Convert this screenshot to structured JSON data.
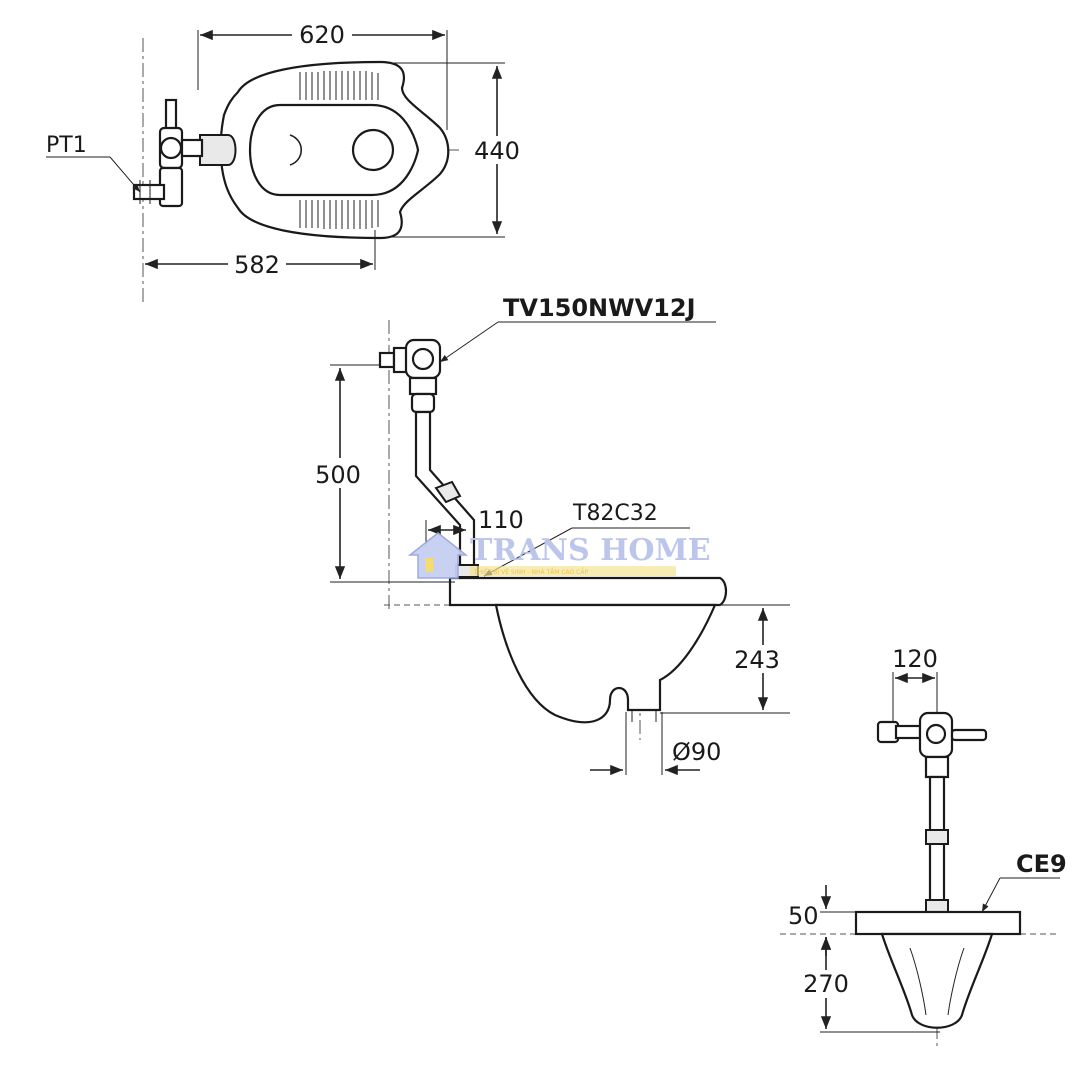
{
  "top_view": {
    "width_label": "620",
    "depth_label": "440",
    "offset_label": "582",
    "part_label": "PT1"
  },
  "side_view": {
    "valve_model": "TV150NWV12J",
    "height_label": "500",
    "offset_label": "110",
    "bowl_model": "T82C32",
    "depth_label": "243",
    "outlet_label": "Ø90"
  },
  "front_view": {
    "width_label": "120",
    "model_label": "CE9",
    "rim_label": "50",
    "depth_label": "270"
  },
  "watermark": {
    "brand": "TRANS HOME",
    "tagline": "THIẾT BỊ VỆ SINH - NHÀ TẮM CAO CẤP"
  }
}
